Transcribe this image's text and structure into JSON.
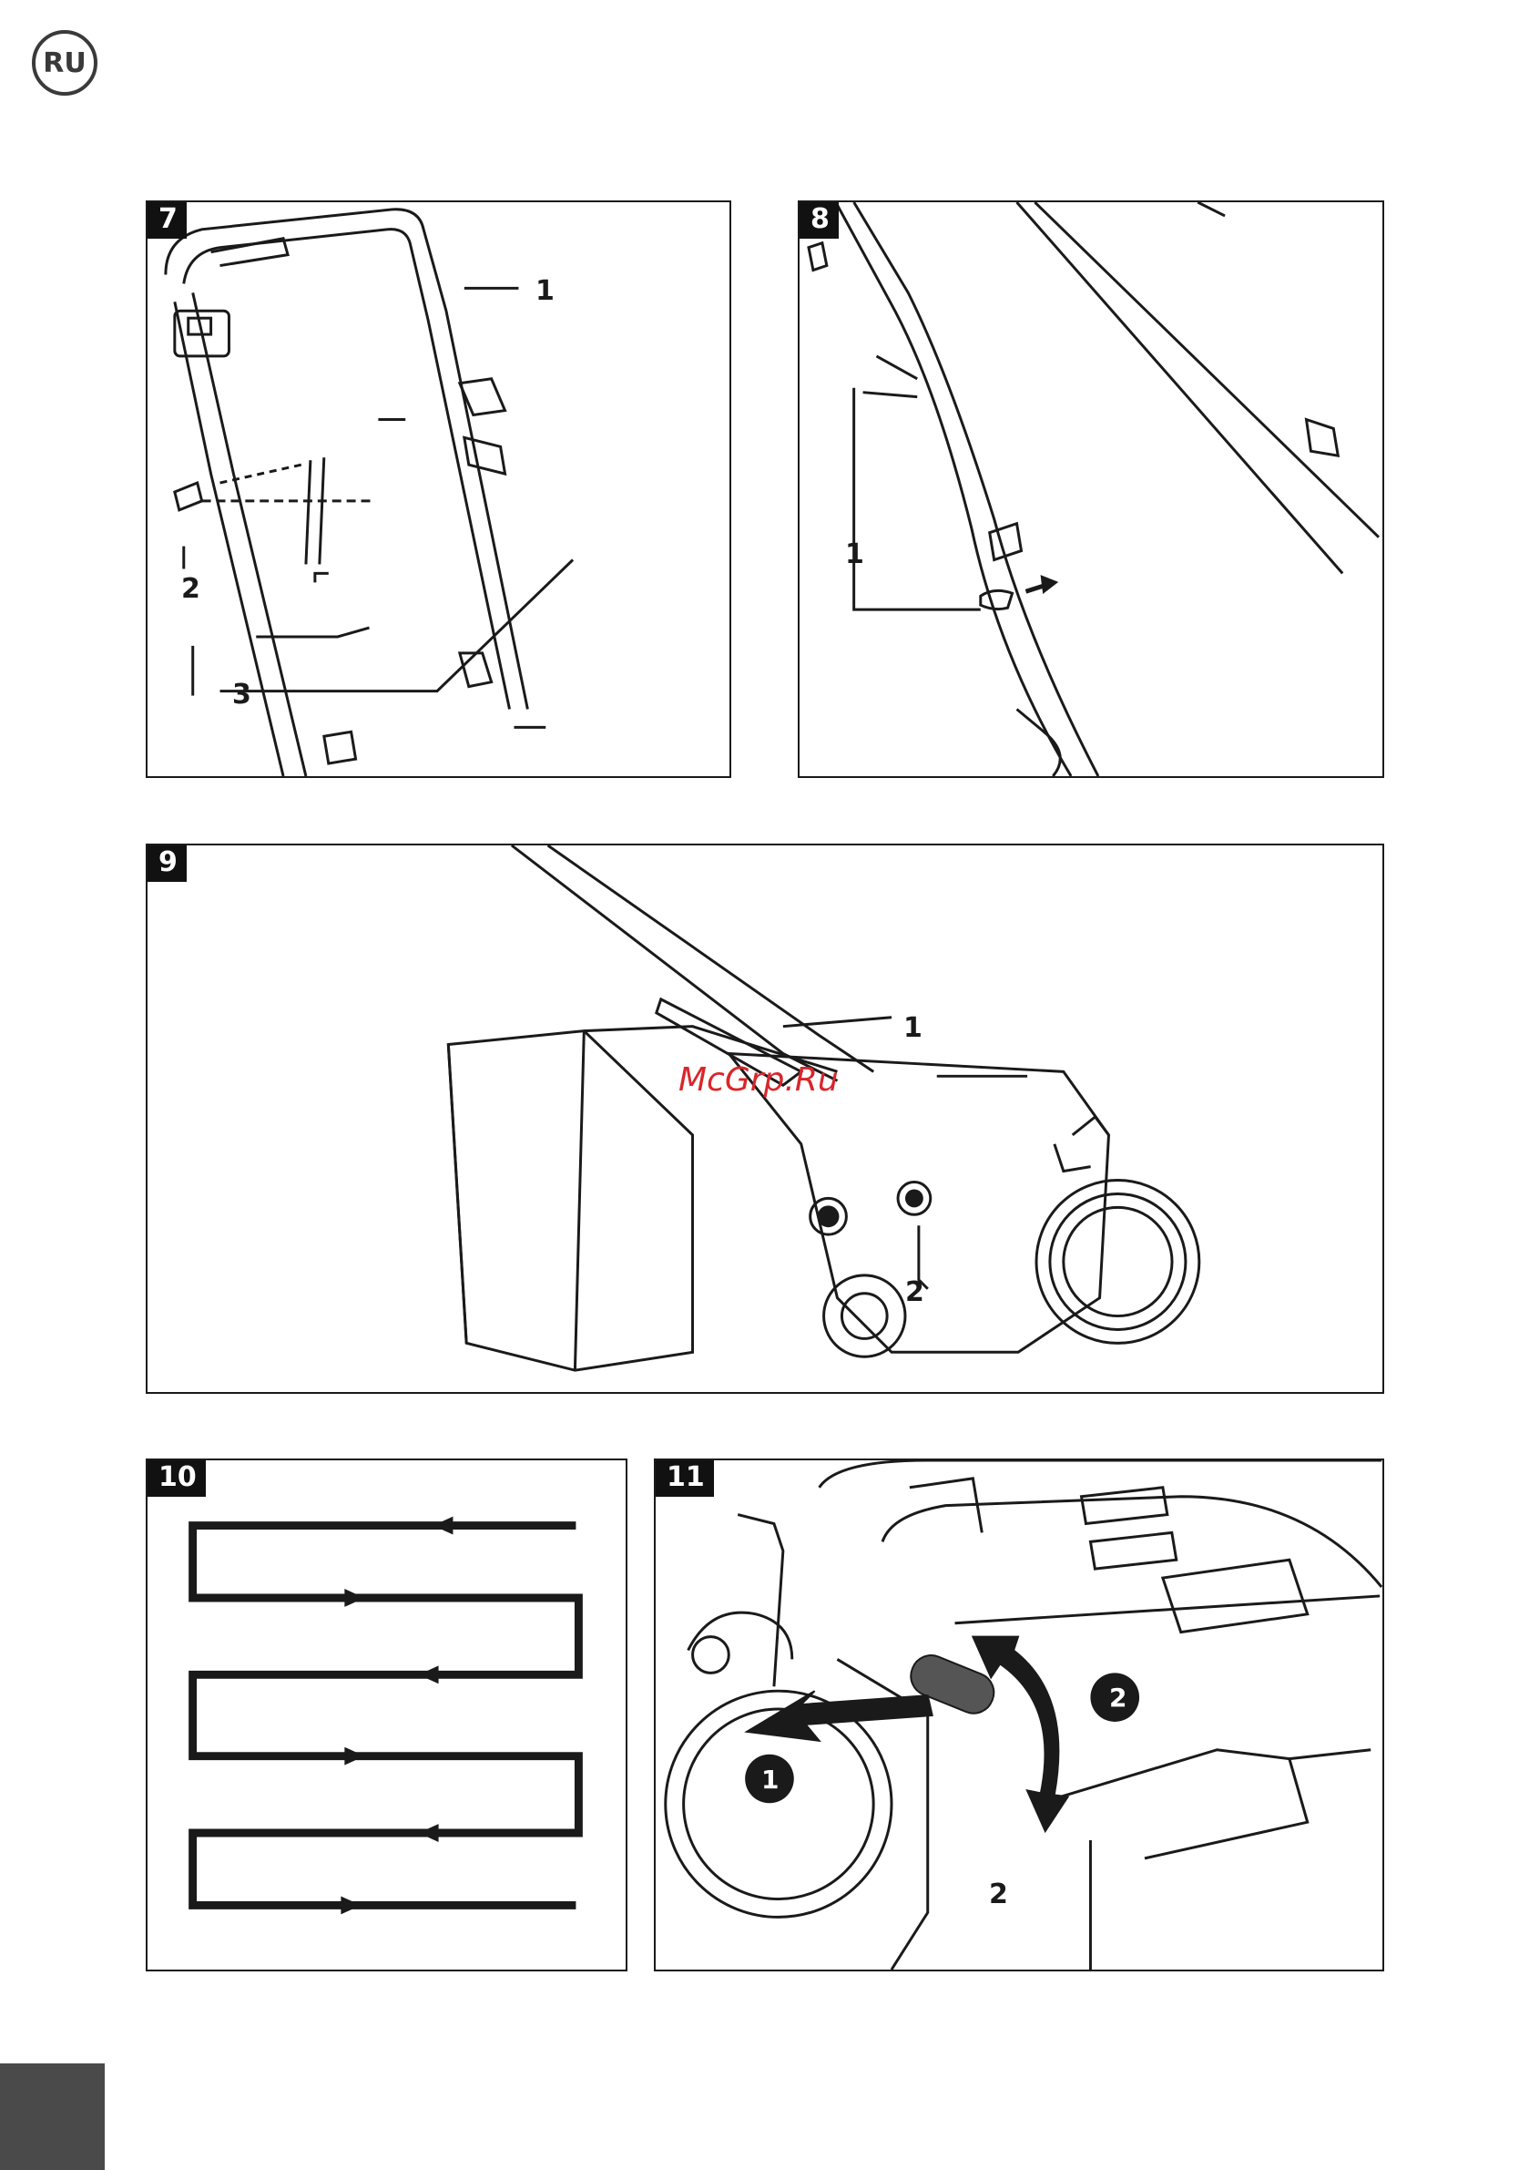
{
  "page": {
    "language_badge": "RU",
    "watermark": "McGrp.Ru"
  },
  "figures": [
    {
      "number": "7",
      "callouts": [
        "1",
        "2",
        "3"
      ]
    },
    {
      "number": "8",
      "callouts": [
        "1"
      ]
    },
    {
      "number": "9",
      "callouts": [
        "1",
        "2"
      ]
    },
    {
      "number": "10",
      "callouts": []
    },
    {
      "number": "11",
      "callouts": [
        "1",
        "2",
        "2"
      ]
    }
  ],
  "icons": {
    "arrow": "arrow-icon",
    "circle_marker": "numbered-circle-icon"
  }
}
